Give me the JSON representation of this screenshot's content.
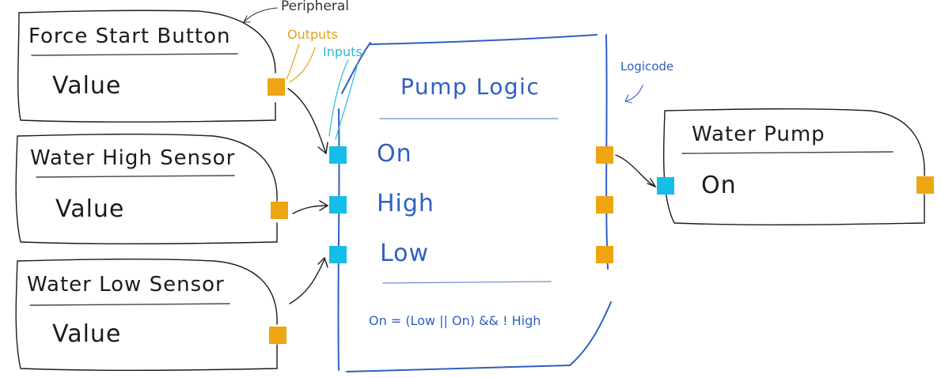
{
  "colors": {
    "ink": "#1b1b1b",
    "logic_blue": "#2f5fc2",
    "output_port": "#eea512",
    "input_port": "#15bde8"
  },
  "annotations": {
    "peripheral": "Peripheral",
    "outputs": "Outputs",
    "inputs": "Inputs",
    "logicode": "Logicode"
  },
  "peripherals": [
    {
      "title": "Force Start Button",
      "field": "Value"
    },
    {
      "title": "Water High Sensor",
      "field": "Value"
    },
    {
      "title": "Water Low Sensor",
      "field": "Value"
    }
  ],
  "logic": {
    "title": "Pump Logic",
    "inputs": [
      "On",
      "High",
      "Low"
    ],
    "formula": "On = (Low || On) && ! High"
  },
  "output_device": {
    "title": "Water Pump",
    "field": "On"
  }
}
